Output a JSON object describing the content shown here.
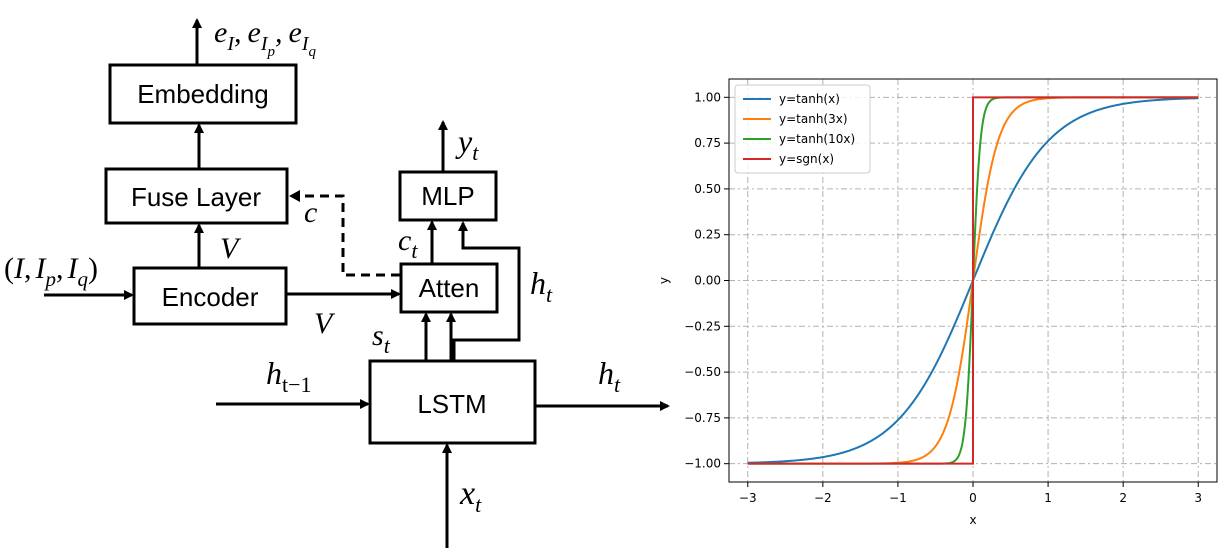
{
  "diagram": {
    "blocks": {
      "embedding": "Embedding",
      "fuse": "Fuse Layer",
      "encoder": "Encoder",
      "mlp": "MLP",
      "atten": "Atten",
      "lstm": "LSTM"
    },
    "symbols": {
      "output_e_base": "e",
      "sub_I": "I",
      "sub_Ip_I": "I",
      "sub_Ip_p": "p",
      "sub_Iq_I": "I",
      "sub_Iq_q": "q",
      "comma": ",",
      "input_open": "(",
      "input_I": "I",
      "input_Ip_I": "I",
      "input_Ip_p": "p",
      "input_Iq_I": "I",
      "input_Iq_q": "q",
      "input_close": ")",
      "V": "V",
      "V2": "V",
      "c": "c",
      "c_t_base": "c",
      "t": "t",
      "y_t_base": "y",
      "h_t_base": "h",
      "h_prev_sub": "t−1",
      "s_t_base": "s",
      "x_t_base": "x"
    }
  },
  "chart_data": {
    "type": "line",
    "xlabel": "x",
    "ylabel": "y",
    "xlim": [
      -3.25,
      3.25
    ],
    "ylim": [
      -1.1,
      1.1
    ],
    "xticks": [
      -3,
      -2,
      -1,
      0,
      1,
      2,
      3
    ],
    "yticks": [
      -1.0,
      -0.75,
      -0.5,
      -0.25,
      0.0,
      0.25,
      0.5,
      0.75,
      1.0
    ],
    "xtick_labels": [
      "−3",
      "−2",
      "−1",
      "0",
      "1",
      "2",
      "3"
    ],
    "ytick_labels": [
      "−1.00",
      "−0.75",
      "−0.50",
      "−0.25",
      "0.00",
      "0.25",
      "0.50",
      "0.75",
      "1.00"
    ],
    "grid": true,
    "legend": "top-left",
    "x_range": [
      -3,
      3
    ],
    "series": [
      {
        "name": "y=tanh(x)",
        "k": 1,
        "func": "tanh",
        "color": "#1f77b4"
      },
      {
        "name": "y=tanh(3x)",
        "k": 3,
        "func": "tanh",
        "color": "#ff7f0e"
      },
      {
        "name": "y=tanh(10x)",
        "k": 10,
        "func": "tanh",
        "color": "#2ca02c"
      },
      {
        "name": "y=sgn(x)",
        "k": 1,
        "func": "sgn",
        "color": "#d62728"
      }
    ]
  }
}
